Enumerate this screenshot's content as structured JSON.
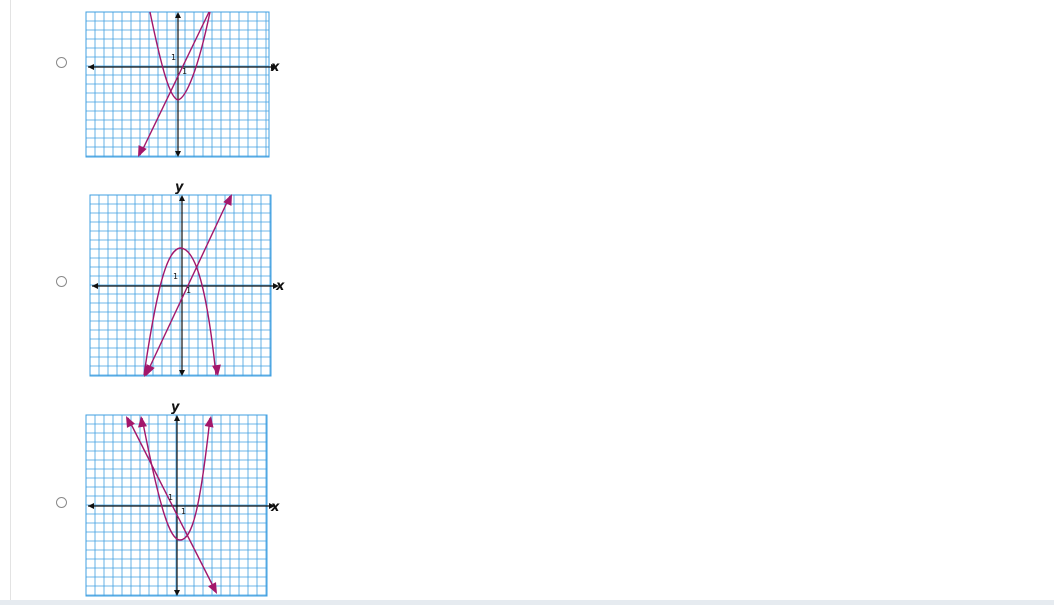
{
  "question": {
    "options": [
      {
        "id": "a",
        "selected": false,
        "graph": {
          "x_axis_label": "x",
          "y_axis_label": "",
          "x_tick_label": "1",
          "y_tick_label": "1",
          "curve_color": "#a3176b",
          "grid_color": "#3f9fe0"
        }
      },
      {
        "id": "b",
        "selected": false,
        "graph": {
          "x_axis_label": "x",
          "y_axis_label": "y",
          "x_tick_label": "1",
          "y_tick_label": "1",
          "curve_color": "#a3176b",
          "grid_color": "#3f9fe0"
        }
      },
      {
        "id": "c",
        "selected": false,
        "graph": {
          "x_axis_label": "x",
          "y_axis_label": "y",
          "x_tick_label": "1",
          "y_tick_label": "1",
          "curve_color": "#a3176b",
          "grid_color": "#3f9fe0"
        }
      }
    ]
  }
}
